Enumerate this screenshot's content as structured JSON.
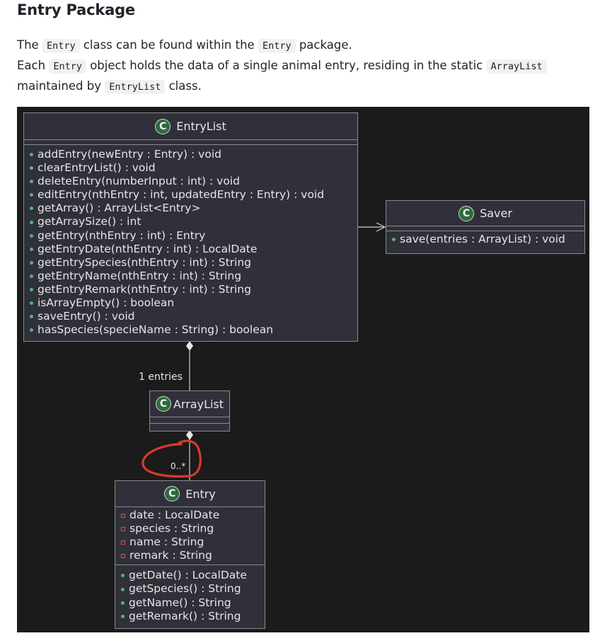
{
  "heading": "Entry Package",
  "paragraph": {
    "s1_pre": "The ",
    "s1_code1": "Entry",
    "s1_mid": " class can be found within the ",
    "s1_code2": "Entry",
    "s1_post": " package.",
    "s2_pre": "Each ",
    "s2_code1": "Entry",
    "s2_mid": " object holds the data of a single animal entry, residing in the static ",
    "s2_code2": "ArrayList",
    "s3_pre": "maintained by ",
    "s3_code": "EntryList",
    "s3_post": " class."
  },
  "diagram": {
    "classes": {
      "entrylist": {
        "icon": "C",
        "name": "EntryList",
        "methods": [
          "addEntry(newEntry : Entry) : void",
          "clearEntryList() : void",
          "deleteEntry(numberInput : int) : void",
          "editEntry(nthEntry : int, updatedEntry : Entry) : void",
          "getArray() : ArrayList<Entry>",
          "getArraySize() : int",
          "getEntry(nthEntry : int) : Entry",
          "getEntryDate(nthEntry : int) : LocalDate",
          "getEntrySpecies(nthEntry : int) : String",
          "getEntryName(nthEntry : int) : String",
          "getEntryRemark(nthEntry : int) : String",
          "isArrayEmpty() : boolean",
          "saveEntry() : void",
          "hasSpecies(specieName : String) : boolean"
        ]
      },
      "saver": {
        "icon": "C",
        "name": "Saver",
        "methods": [
          "save(entries : ArrayList) : void"
        ]
      },
      "arraylist": {
        "icon": "C",
        "name": "ArrayList"
      },
      "entry": {
        "icon": "C",
        "name": "Entry",
        "fields": [
          "date : LocalDate",
          "species : String",
          "name : String",
          "remark : String"
        ],
        "methods": [
          "getDate() : LocalDate",
          "getSpecies() : String",
          "getName() : String",
          "getRemark() : String"
        ]
      }
    },
    "labels": {
      "entries": "1 entries",
      "multiplicity": "0..*"
    },
    "colors": {
      "background": "#1b1b1b",
      "class_fill": "#2f3039",
      "public_dot": "#5bb07a",
      "private_square": "#d9534f",
      "annotation_circle": "#d93a2b"
    }
  }
}
